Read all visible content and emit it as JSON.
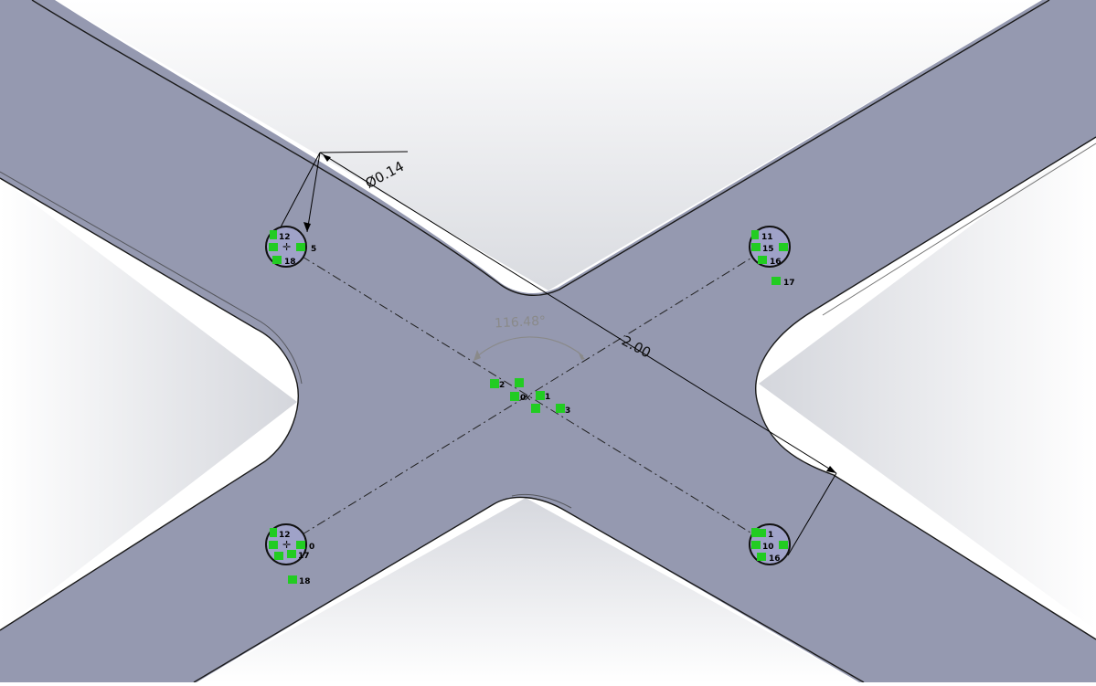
{
  "app": {
    "view": "sketch"
  },
  "colors": {
    "part_face": "#9599b0",
    "part_edge": "#1a1a1a",
    "hole_fill": "#9fa2c8",
    "relation_green": "#22cc22",
    "dimension_line": "#000000",
    "angle_dimension": "#8a8a8a"
  },
  "dimensions": {
    "diameter_label": "Ø0.14",
    "length_label": "2.00",
    "angle_label": "116.48°"
  },
  "holes": [
    {
      "id": "top-left",
      "tags": [
        "12",
        "5",
        "18"
      ]
    },
    {
      "id": "top-right",
      "tags": [
        "11",
        "15",
        "16",
        "17"
      ]
    },
    {
      "id": "bottom-left",
      "tags": [
        "12",
        "0",
        "17",
        "18"
      ]
    },
    {
      "id": "bottom-right",
      "tags": [
        "1",
        "10",
        "16"
      ]
    }
  ],
  "center_relations": {
    "tags": [
      "2",
      "0",
      "1",
      "3"
    ]
  },
  "icons": {
    "coincident": "coincident-relation-icon",
    "horizontal": "horizontal-relation-icon",
    "vertical": "vertical-relation-icon",
    "equal": "equal-relation-icon",
    "origin": "sketch-origin-icon"
  }
}
